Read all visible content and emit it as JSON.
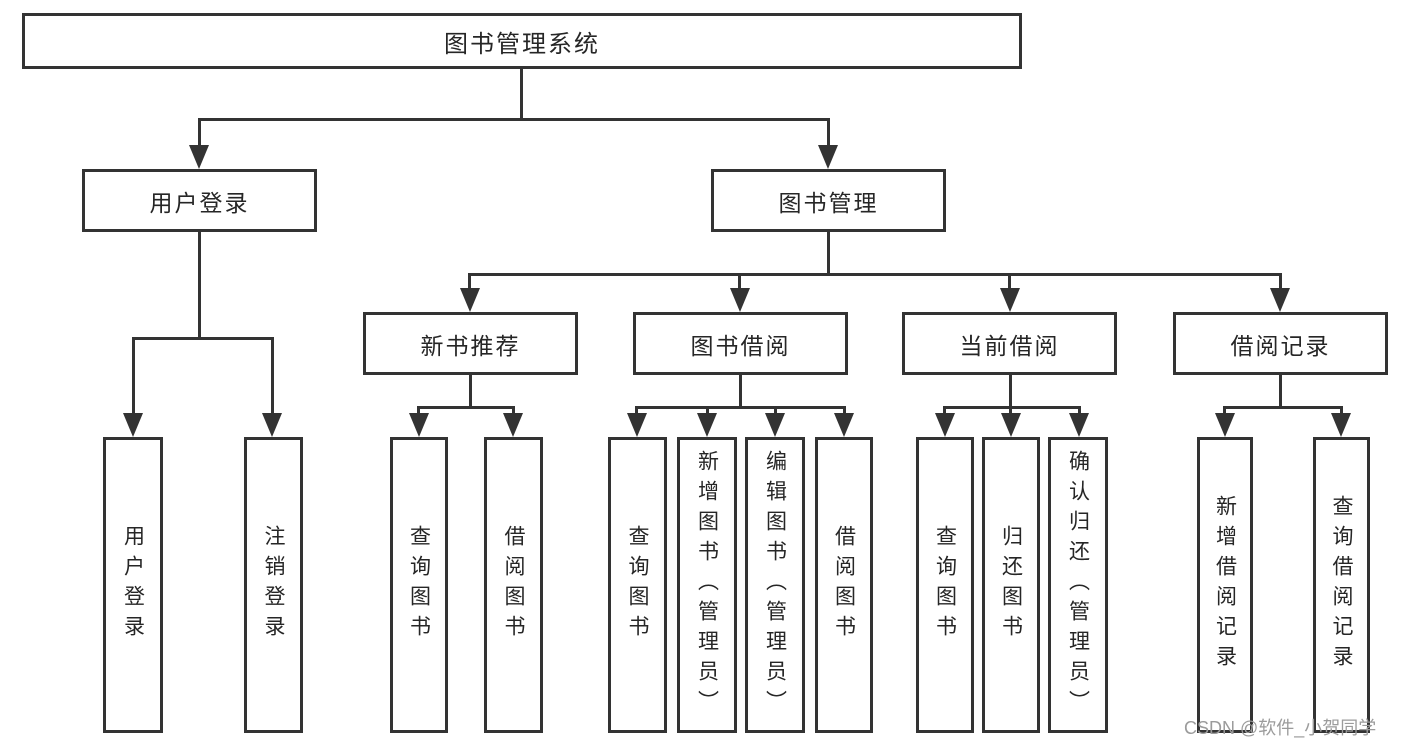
{
  "colors": {
    "line": "#333333",
    "text": "#262626",
    "box_background": "#ffffff",
    "page_background": "#ffffff",
    "watermark": "#9b9b9b"
  },
  "watermark": {
    "text": "CSDN @软件_小贺同学"
  },
  "tree": {
    "label": "图书管理系统",
    "children": [
      {
        "label": "用户登录",
        "children": [
          {
            "label": "用户登录"
          },
          {
            "label": "注销登录"
          }
        ]
      },
      {
        "label": "图书管理",
        "children": [
          {
            "label": "新书推荐",
            "children": [
              {
                "label": "查询图书"
              },
              {
                "label": "借阅图书"
              }
            ]
          },
          {
            "label": "图书借阅",
            "children": [
              {
                "label": "查询图书"
              },
              {
                "label": "新增图书（管理员）"
              },
              {
                "label": "编辑图书（管理员）"
              },
              {
                "label": "借阅图书"
              }
            ]
          },
          {
            "label": "当前借阅",
            "children": [
              {
                "label": "查询图书"
              },
              {
                "label": "归还图书"
              },
              {
                "label": "确认归还（管理员）"
              }
            ]
          },
          {
            "label": "借阅记录",
            "children": [
              {
                "label": "新增借阅记录"
              },
              {
                "label": "查询借阅记录"
              }
            ]
          }
        ]
      }
    ]
  }
}
